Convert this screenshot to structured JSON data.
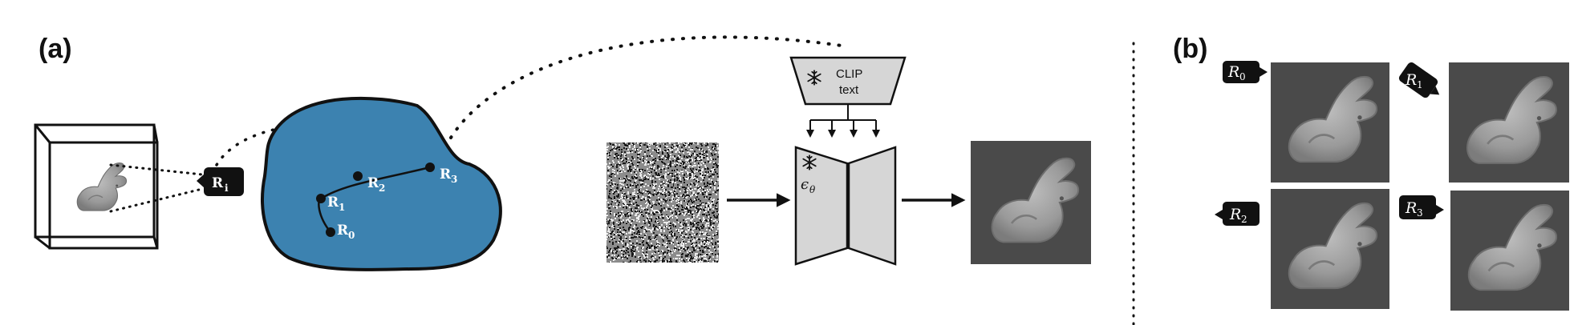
{
  "panels": {
    "a": "(a)",
    "b": "(b)"
  },
  "camera": {
    "main": "R",
    "main_sub": "i"
  },
  "manifold_points": [
    {
      "label": "R",
      "sub": "0"
    },
    {
      "label": "R",
      "sub": "1"
    },
    {
      "label": "R",
      "sub": "2"
    },
    {
      "label": "R",
      "sub": "3"
    }
  ],
  "clip": {
    "line1": "CLIP",
    "line2": "text"
  },
  "unet": {
    "symbol": "ϵ",
    "symbol_sub": "θ"
  },
  "views": [
    {
      "label": "R",
      "sub": "0"
    },
    {
      "label": "R",
      "sub": "1"
    },
    {
      "label": "R",
      "sub": "2"
    },
    {
      "label": "R",
      "sub": "3"
    }
  ],
  "colors": {
    "manifold_fill": "#3c82b0",
    "render_bg": "#4a4a4a",
    "unet_fill": "#d6d6d6",
    "clip_fill": "#d6d6d6",
    "ink": "#111111"
  },
  "icons": [
    "snowflake-icon",
    "camera-icon"
  ]
}
